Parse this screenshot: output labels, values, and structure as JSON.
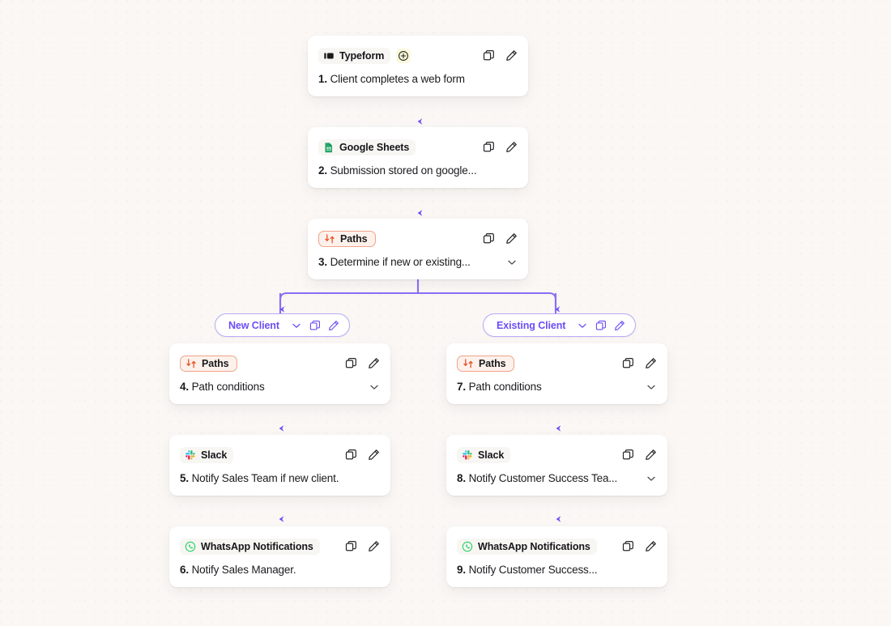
{
  "canvas": {
    "background_color": "#faf7f5",
    "connector_color": "#6d4df6",
    "accent_color": "#6d4df6",
    "paths_accent_color": "#e8552a"
  },
  "nodes": [
    {
      "id": "node-1",
      "app": "Typeform",
      "icon": "typeform-icon",
      "has_plus_badge": true,
      "plus_icon": "plus-circle-icon",
      "step": "1.",
      "title": "Client completes a web form",
      "has_chevron": false,
      "chip_style": "default"
    },
    {
      "id": "node-2",
      "app": "Google Sheets",
      "icon": "google-sheets-icon",
      "has_plus_badge": false,
      "step": "2.",
      "title": "Submission stored on google...",
      "has_chevron": false,
      "chip_style": "default"
    },
    {
      "id": "node-3",
      "app": "Paths",
      "icon": "paths-icon",
      "has_plus_badge": false,
      "step": "3.",
      "title": "Determine if new or existing...",
      "has_chevron": true,
      "chip_style": "paths"
    },
    {
      "id": "node-4",
      "app": "Paths",
      "icon": "paths-icon",
      "has_plus_badge": false,
      "step": "4.",
      "title": "Path conditions",
      "has_chevron": true,
      "chip_style": "paths"
    },
    {
      "id": "node-5",
      "app": "Slack",
      "icon": "slack-icon",
      "has_plus_badge": false,
      "step": "5.",
      "title": "Notify Sales Team if new client.",
      "has_chevron": false,
      "chip_style": "default"
    },
    {
      "id": "node-6",
      "app": "WhatsApp Notifications",
      "icon": "whatsapp-icon",
      "has_plus_badge": false,
      "step": "6.",
      "title": "Notify Sales Manager.",
      "has_chevron": false,
      "chip_style": "default"
    },
    {
      "id": "node-7",
      "app": "Paths",
      "icon": "paths-icon",
      "has_plus_badge": false,
      "step": "7.",
      "title": "Path conditions",
      "has_chevron": true,
      "chip_style": "paths"
    },
    {
      "id": "node-8",
      "app": "Slack",
      "icon": "slack-icon",
      "has_plus_badge": false,
      "step": "8.",
      "title": "Notify Customer Success Tea...",
      "has_chevron": true,
      "chip_style": "default"
    },
    {
      "id": "node-9",
      "app": "WhatsApp Notifications",
      "icon": "whatsapp-icon",
      "has_plus_badge": false,
      "step": "9.",
      "title": "Notify Customer Success...",
      "has_chevron": false,
      "chip_style": "default"
    }
  ],
  "branches": [
    {
      "id": "branch-new-client",
      "label": "New Client"
    },
    {
      "id": "branch-existing-client",
      "label": "Existing Client"
    }
  ],
  "actions": {
    "duplicate": "duplicate-icon",
    "edit": "edit-pencil-icon",
    "expand": "chevron-down-icon"
  }
}
